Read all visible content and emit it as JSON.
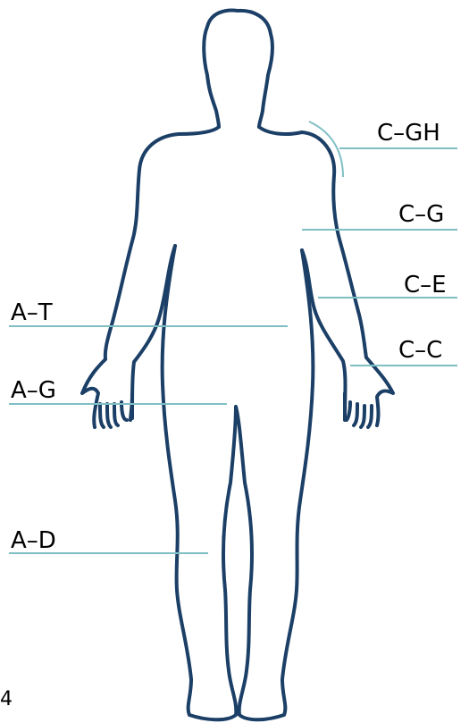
{
  "labels": {
    "c_gh": "C–GH",
    "c_g": "C–G",
    "c_e": "C–E",
    "c_c": "C–C",
    "a_t": "A–T",
    "a_g": "A–G",
    "a_d": "A–D"
  },
  "page_number": "4",
  "colors": {
    "outline": "#1b3f66",
    "leader": "#7fbfc4",
    "text": "#000000"
  }
}
